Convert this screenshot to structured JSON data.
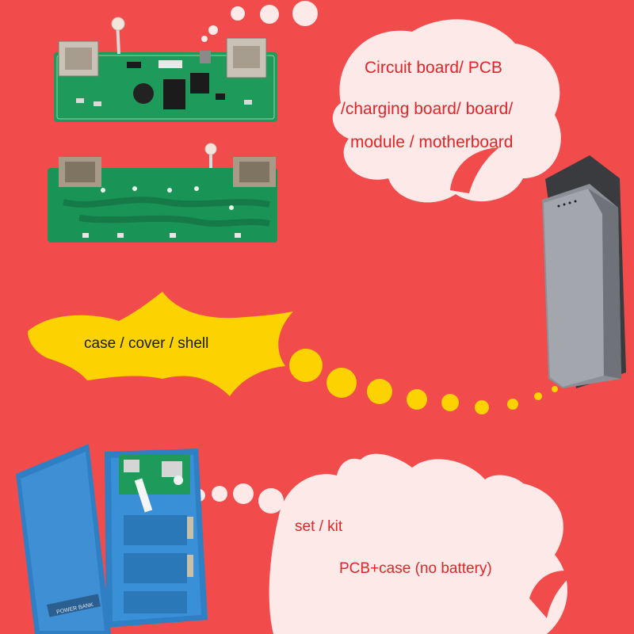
{
  "colors": {
    "background": "#f24b4b",
    "cloud": "#fde9e7",
    "case_bubble": "#fcd200",
    "pcb_green": "#1e9b5a",
    "power_bank_blue": "#2f7fc4",
    "power_bank_silver": "#8c9096",
    "label_red": "#e0262a"
  },
  "pcb_bubble": {
    "lines": [
      "Circuit board/ PCB",
      "/charging board/ board/",
      "module / motherboard"
    ]
  },
  "case_bubble": {
    "label": "case / cover / shell"
  },
  "set_bubble": {
    "line1": "set / kit",
    "line2": "PCB+case (no battery)"
  },
  "product_images": {
    "pcb_top": {
      "name": "charging-pcb-top"
    },
    "pcb_bottom": {
      "name": "charging-pcb-bottom"
    },
    "power_bank": {
      "name": "silver-power-bank"
    },
    "blue_kit": {
      "name": "blue-power-bank-kit",
      "stamp": "POWER BANK"
    }
  }
}
